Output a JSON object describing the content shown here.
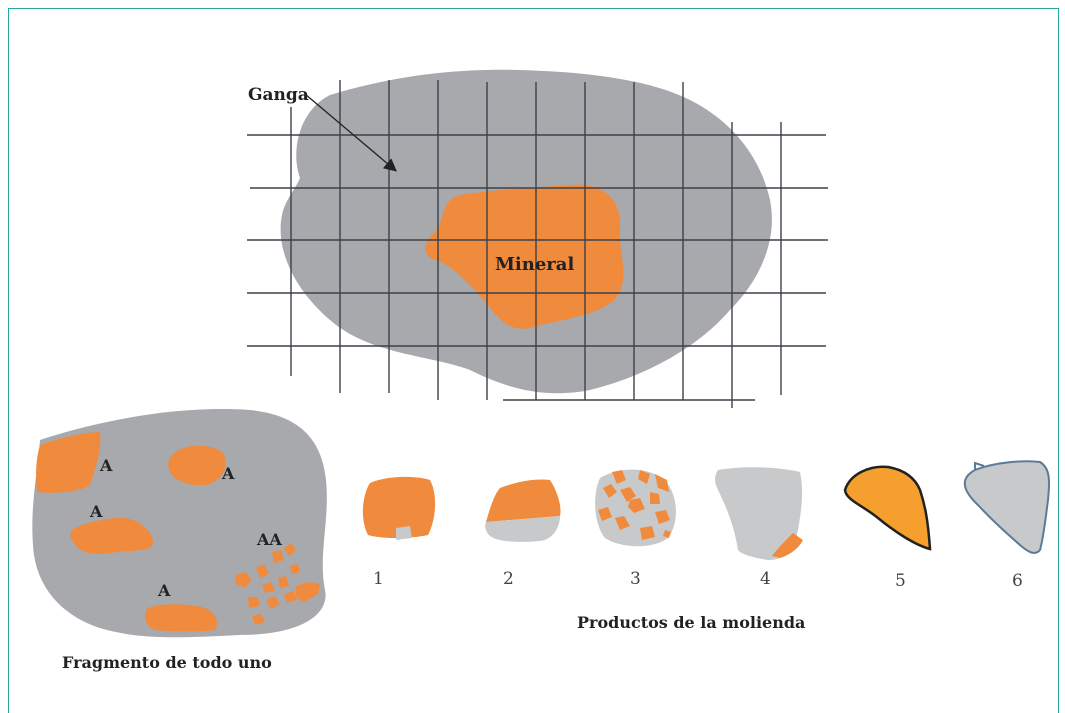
{
  "colors": {
    "ganga": "#a7a9ac",
    "ganga_light": "#c8c9cb",
    "mineral": "#f08a3c",
    "mineral_bright": "#f5a02e",
    "grid": "#3d4048",
    "frame": "#2aa6a0",
    "outline": "#5d7a99"
  },
  "top_figure": {
    "ganga_label": "Ganga",
    "mineral_label": "Mineral"
  },
  "fragment": {
    "markers": [
      "A",
      "A",
      "A",
      "AA",
      "A"
    ],
    "caption": "Fragmento de todo uno"
  },
  "products": {
    "numbers": [
      "1",
      "2",
      "3",
      "4",
      "5",
      "6"
    ],
    "caption": "Productos de la molienda"
  }
}
